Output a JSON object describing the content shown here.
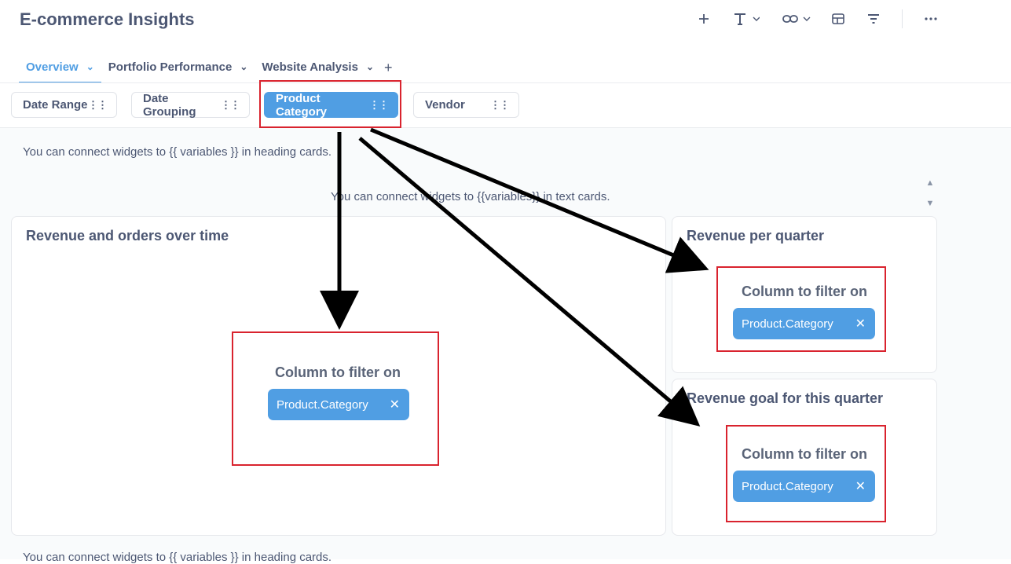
{
  "header": {
    "title": "E-commerce Insights",
    "icons": [
      "plus-icon",
      "text-icon",
      "link-icon",
      "section-icon",
      "filter-icon",
      "more-icon"
    ]
  },
  "tabs": [
    {
      "label": "Overview",
      "active": true
    },
    {
      "label": "Portfolio Performance",
      "active": false
    },
    {
      "label": "Website Analysis",
      "active": false
    }
  ],
  "add_tab": "+",
  "filters": [
    {
      "label": "Date Range",
      "active": false
    },
    {
      "label": "Date Grouping",
      "active": false
    },
    {
      "label": "Product Category",
      "active": true
    },
    {
      "label": "Vendor",
      "active": false
    }
  ],
  "heading_card_text": "You can connect widgets to {{ variables }} in heading cards.",
  "text_card_text": "You can connect widgets to {{variables}} in text cards.",
  "cards": {
    "revenue_orders": {
      "title": "Revenue and orders over time",
      "column_label": "Column to filter on",
      "pill": "Product.Category"
    },
    "revenue_quarter": {
      "title": "Revenue per quarter",
      "column_label": "Column to filter on",
      "pill": "Product.Category"
    },
    "revenue_goal": {
      "title": "Revenue goal for this quarter",
      "column_label": "Column to filter on",
      "pill": "Product.Category"
    }
  },
  "footer_text": "You can connect widgets to {{ variables }} in heading cards.",
  "colors": {
    "brand": "#509ee3",
    "text": "#4c5773",
    "highlight": "#d9232e"
  }
}
